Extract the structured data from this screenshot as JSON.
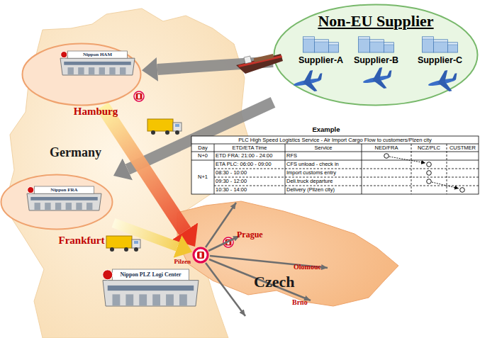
{
  "diagram": {
    "nodes": [
      {
        "text": [
          "Non-EU Supplier"
        ]
      },
      {
        "text": [
          "Supplier-A"
        ],
        "in": 0
      },
      {
        "text": [
          "Supplier-B"
        ],
        "in": 0
      },
      {
        "text": [
          "Supplier-C"
        ],
        "in": 0
      },
      {
        "text": [
          "Hamburg"
        ]
      },
      {
        "text": [
          "Nippon HAM"
        ],
        "in": 4
      },
      {
        "text": [
          "Frankfurt"
        ]
      },
      {
        "text": [
          "Nippon FRA"
        ],
        "in": 6
      },
      {
        "text": [
          "Pilzen"
        ]
      },
      {
        "text": [
          "Nippon PLZ Logi Center"
        ]
      }
    ],
    "edges": [
      {
        "from": 0,
        "to": 4,
        "arrow": "to"
      },
      {
        "from": 0,
        "to": 6,
        "arrow": "to"
      },
      {
        "from": 4,
        "to": 8,
        "arrow": "to"
      },
      {
        "from": 6,
        "to": 8,
        "arrow": "to"
      }
    ],
    "labels": [
      "Example",
      "PLC High Speed Logistics Service - Air Import Cargo Flow to customers/Plzen city",
      "Day",
      "ETD/ETA Time",
      "Service",
      "NED/FRA",
      "NCZ/PLC",
      "CUSTMER",
      "N+0",
      "ETD FRA: 21:00 - 24:00",
      "RFS",
      "N+1",
      "ETA PLC: 06:00 - 09:00",
      "CFS unload - check in",
      "08:30 - 10:00",
      "Import customs entry",
      "09:30 - 12:00",
      "Deli.truck departure",
      "10:30 - 14:00",
      "Delivery (Pilzen city)",
      "Germany",
      "Prague",
      "Czech",
      "Olomouc",
      "Brno"
    ]
  }
}
